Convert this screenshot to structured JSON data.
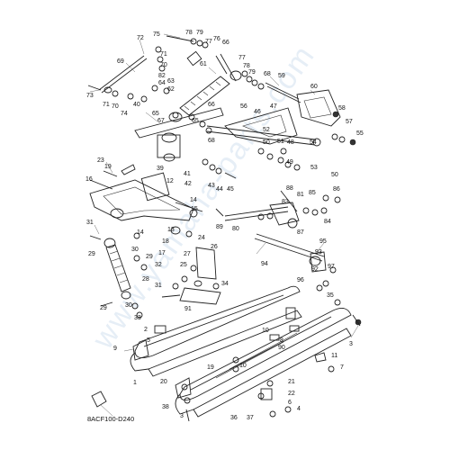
{
  "diagram": {
    "code": "8ACF100-D240",
    "watermark": "www.yamaha-parts.com"
  },
  "callouts": [
    {
      "n": "72"
    },
    {
      "n": "75"
    },
    {
      "n": "78"
    },
    {
      "n": "79"
    },
    {
      "n": "77"
    },
    {
      "n": "76"
    },
    {
      "n": "66"
    },
    {
      "n": "71"
    },
    {
      "n": "70"
    },
    {
      "n": "69"
    },
    {
      "n": "61"
    },
    {
      "n": "77"
    },
    {
      "n": "78"
    },
    {
      "n": "79"
    },
    {
      "n": "68"
    },
    {
      "n": "59"
    },
    {
      "n": "82"
    },
    {
      "n": "64"
    },
    {
      "n": "63"
    },
    {
      "n": "62"
    },
    {
      "n": "60"
    },
    {
      "n": "73"
    },
    {
      "n": "71"
    },
    {
      "n": "70"
    },
    {
      "n": "74"
    },
    {
      "n": "40"
    },
    {
      "n": "65"
    },
    {
      "n": "67"
    },
    {
      "n": "56"
    },
    {
      "n": "58"
    },
    {
      "n": "46"
    },
    {
      "n": "47"
    },
    {
      "n": "57"
    },
    {
      "n": "55"
    },
    {
      "n": "54"
    },
    {
      "n": "65"
    },
    {
      "n": "66"
    },
    {
      "n": "68"
    },
    {
      "n": "52"
    },
    {
      "n": "51"
    },
    {
      "n": "50"
    },
    {
      "n": "48"
    },
    {
      "n": "49"
    },
    {
      "n": "53"
    },
    {
      "n": "50"
    },
    {
      "n": "39"
    },
    {
      "n": "41"
    },
    {
      "n": "42"
    },
    {
      "n": "43"
    },
    {
      "n": "44"
    },
    {
      "n": "45"
    },
    {
      "n": "23"
    },
    {
      "n": "19"
    },
    {
      "n": "16"
    },
    {
      "n": "12"
    },
    {
      "n": "14"
    },
    {
      "n": "15"
    },
    {
      "n": "88"
    },
    {
      "n": "85"
    },
    {
      "n": "86"
    },
    {
      "n": "83"
    },
    {
      "n": "81"
    },
    {
      "n": "84"
    },
    {
      "n": "89"
    },
    {
      "n": "80"
    },
    {
      "n": "87"
    },
    {
      "n": "31"
    },
    {
      "n": "13"
    },
    {
      "n": "14"
    },
    {
      "n": "18"
    },
    {
      "n": "17"
    },
    {
      "n": "29"
    },
    {
      "n": "30"
    },
    {
      "n": "29"
    },
    {
      "n": "32"
    },
    {
      "n": "24"
    },
    {
      "n": "26"
    },
    {
      "n": "27"
    },
    {
      "n": "25"
    },
    {
      "n": "95"
    },
    {
      "n": "93"
    },
    {
      "n": "94"
    },
    {
      "n": "28"
    },
    {
      "n": "31"
    },
    {
      "n": "34"
    },
    {
      "n": "30"
    },
    {
      "n": "29"
    },
    {
      "n": "33"
    },
    {
      "n": "91"
    },
    {
      "n": "92"
    },
    {
      "n": "96"
    },
    {
      "n": "97"
    },
    {
      "n": "35"
    },
    {
      "n": "2"
    },
    {
      "n": "5"
    },
    {
      "n": "9"
    },
    {
      "n": "10"
    },
    {
      "n": "8"
    },
    {
      "n": "90"
    },
    {
      "n": "3"
    },
    {
      "n": "1"
    },
    {
      "n": "19"
    },
    {
      "n": "10"
    },
    {
      "n": "11"
    },
    {
      "n": "7"
    },
    {
      "n": "20"
    },
    {
      "n": "21"
    },
    {
      "n": "22"
    },
    {
      "n": "6"
    },
    {
      "n": "38"
    },
    {
      "n": "4"
    },
    {
      "n": "3"
    },
    {
      "n": "36"
    },
    {
      "n": "37"
    }
  ]
}
